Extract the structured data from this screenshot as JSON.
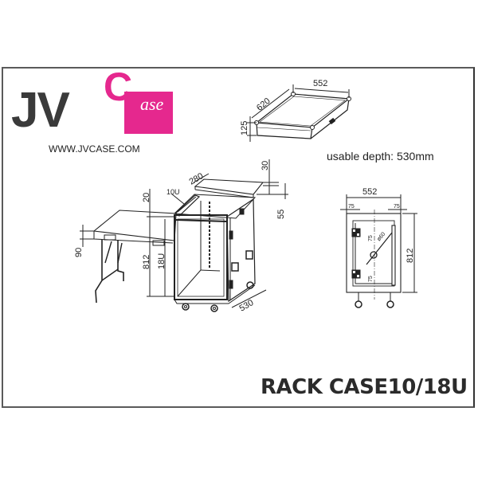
{
  "brand": {
    "logo_main": "JV",
    "logo_c": "C",
    "logo_rest": "ase",
    "url": "WWW.JVCASE.COM",
    "colors": {
      "magenta": "#e5288e",
      "dark": "#3a3a3a"
    }
  },
  "product": {
    "title": "RACK CASE10/18U",
    "usable_depth_label": "usable depth: 530mm"
  },
  "lid_view": {
    "width": "552",
    "depth": "620",
    "height": "125"
  },
  "perspective_view": {
    "lid_depth": "280",
    "lid_thickness": "30",
    "top_gap": "20",
    "lid_offset": "55",
    "upper_rack": "10U",
    "lower_rack": "18U",
    "total_height": "812",
    "side_depth": "530",
    "table_height": "90"
  },
  "front_view": {
    "width": "552",
    "left_margin": "75",
    "right_margin": "75",
    "height": "812",
    "upper_offset": "75",
    "lower_offset": "75",
    "hole_diameter": "ø60"
  }
}
